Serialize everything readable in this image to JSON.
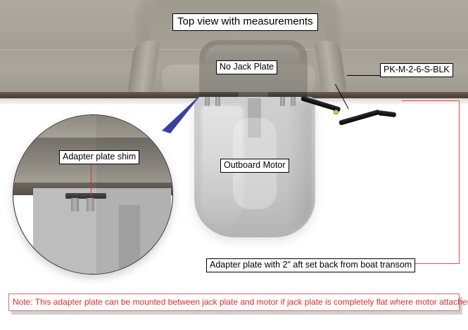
{
  "diagram": {
    "title_label": "Top view with measurements",
    "labels": {
      "no_jack_plate": "No Jack Plate",
      "outboard_motor": "Outboard Motor",
      "part_number": "PK-M-2-6-S-BLK",
      "adapter_plate_shim": "Adapter plate shim",
      "adapter_plate_setback": "Adapter plate with 2\" aft set back from boat transom"
    },
    "note": "Note: This adapter plate can be mounted between jack plate and motor if jack plate is completely flat where motor attaches.",
    "colors": {
      "hull": "#a8a499",
      "transom_edge": "#53463d",
      "motor_body": "#c9c9c9",
      "bracket_black": "#141414",
      "measurement_red": "#e04a4a",
      "note_text_red": "#e02a2a",
      "pointer_blue": "#3b3fa0",
      "label_border": "#000000",
      "background": "#ffffff"
    },
    "icons": {
      "magnifier": "magnifier-inset-icon",
      "wedge": "blue-wedge-pointer-icon",
      "dot": "bracket-anchor-dot-icon"
    }
  }
}
